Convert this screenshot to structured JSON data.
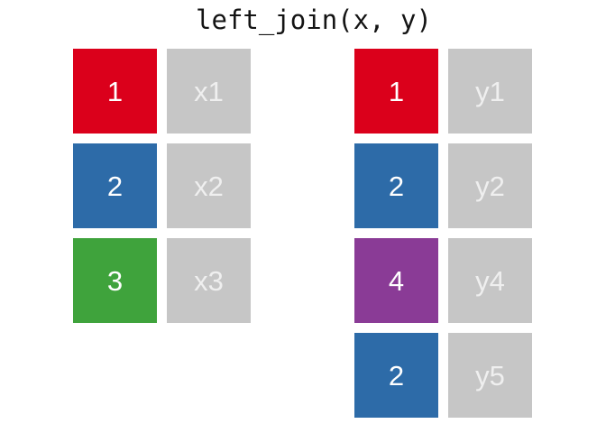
{
  "title": "left_join(x, y)",
  "value_cell_color": "gray",
  "colors": {
    "red": "#db001b",
    "blue": "#2d6ba8",
    "green": "#3fa33c",
    "purple": "#8a3b96",
    "gray": "#c6c6c6",
    "key_text": "#ffffff",
    "value_text": "#efefef",
    "title_text": "#141414"
  },
  "tables": {
    "x": {
      "rows": [
        {
          "key": "1",
          "key_color": "red",
          "value": "x1"
        },
        {
          "key": "2",
          "key_color": "blue",
          "value": "x2"
        },
        {
          "key": "3",
          "key_color": "green",
          "value": "x3"
        }
      ]
    },
    "y": {
      "rows": [
        {
          "key": "1",
          "key_color": "red",
          "value": "y1"
        },
        {
          "key": "2",
          "key_color": "blue",
          "value": "y2"
        },
        {
          "key": "4",
          "key_color": "purple",
          "value": "y4"
        },
        {
          "key": "2",
          "key_color": "blue",
          "value": "y5"
        }
      ]
    }
  }
}
